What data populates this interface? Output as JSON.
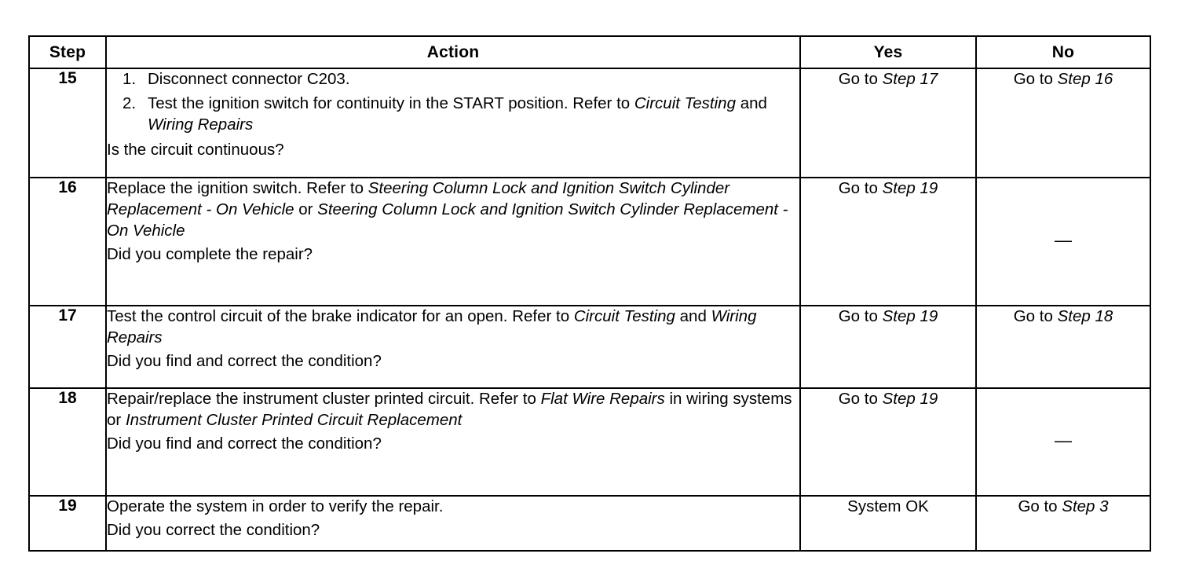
{
  "table": {
    "columns": [
      {
        "key": "step",
        "label": "Step"
      },
      {
        "key": "action",
        "label": "Action"
      },
      {
        "key": "yes",
        "label": "Yes"
      },
      {
        "key": "no",
        "label": "No"
      }
    ],
    "rows": [
      {
        "step": "15",
        "action_list": [
          {
            "num": "1.",
            "text": "Disconnect connector C203."
          },
          {
            "num": "2.",
            "text_runs": [
              {
                "text": "Test the ignition switch for continuity in the START position. Refer to ",
                "italic": false
              },
              {
                "text": "Circuit Testing",
                "italic": true
              },
              {
                "text": " and ",
                "italic": false
              },
              {
                "text": "Wiring Repairs",
                "italic": true
              }
            ]
          }
        ],
        "question": "Is the circuit continuous?",
        "yes_runs": [
          {
            "text": "Go to ",
            "italic": false
          },
          {
            "text": "Step 17",
            "italic": true
          }
        ],
        "no_runs": [
          {
            "text": "Go to ",
            "italic": false
          },
          {
            "text": "Step 16",
            "italic": true
          }
        ]
      },
      {
        "step": "16",
        "action_runs": [
          {
            "text": "Replace the ignition switch. Refer to ",
            "italic": false
          },
          {
            "text": "Steering Column Lock and Ignition Switch Cylinder Replacement - On Vehicle",
            "italic": true
          },
          {
            "text": " or ",
            "italic": false
          },
          {
            "text": "Steering Column Lock and Ignition Switch Cylinder Replacement - On Vehicle",
            "italic": true
          }
        ],
        "question": "Did you complete the repair?",
        "yes_runs": [
          {
            "text": "Go to ",
            "italic": false
          },
          {
            "text": "Step 19",
            "italic": true
          }
        ],
        "no_runs": [
          {
            "text": "—",
            "italic": false
          }
        ],
        "no_is_dash": true
      },
      {
        "step": "17",
        "action_runs": [
          {
            "text": "Test the control circuit of the brake indicator for an open. Refer to ",
            "italic": false
          },
          {
            "text": "Circuit Testing",
            "italic": true
          },
          {
            "text": " and ",
            "italic": false
          },
          {
            "text": "Wiring Repairs",
            "italic": true
          }
        ],
        "question": "Did you find and correct the condition?",
        "yes_runs": [
          {
            "text": "Go to ",
            "italic": false
          },
          {
            "text": "Step 19",
            "italic": true
          }
        ],
        "no_runs": [
          {
            "text": "Go to ",
            "italic": false
          },
          {
            "text": "Step 18",
            "italic": true
          }
        ]
      },
      {
        "step": "18",
        "action_runs": [
          {
            "text": "Repair/replace the instrument cluster printed circuit. Refer to ",
            "italic": false
          },
          {
            "text": "Flat Wire Repairs",
            "italic": true
          },
          {
            "text": " in wiring systems or ",
            "italic": false
          },
          {
            "text": "Instrument Cluster Printed Circuit Replacement",
            "italic": true
          }
        ],
        "question": "Did you find and correct the condition?",
        "yes_runs": [
          {
            "text": "Go to ",
            "italic": false
          },
          {
            "text": "Step 19",
            "italic": true
          }
        ],
        "no_runs": [
          {
            "text": "—",
            "italic": false
          }
        ],
        "no_is_dash": true
      },
      {
        "step": "19",
        "action_runs": [
          {
            "text": "Operate the system in order to verify the repair.",
            "italic": false
          }
        ],
        "question": "Did you correct the condition?",
        "yes_runs": [
          {
            "text": "System OK",
            "italic": false
          }
        ],
        "no_runs": [
          {
            "text": "Go to ",
            "italic": false
          },
          {
            "text": "Step 3",
            "italic": true
          }
        ]
      }
    ]
  },
  "colors": {
    "ink": "#000000",
    "paper": "#ffffff"
  }
}
